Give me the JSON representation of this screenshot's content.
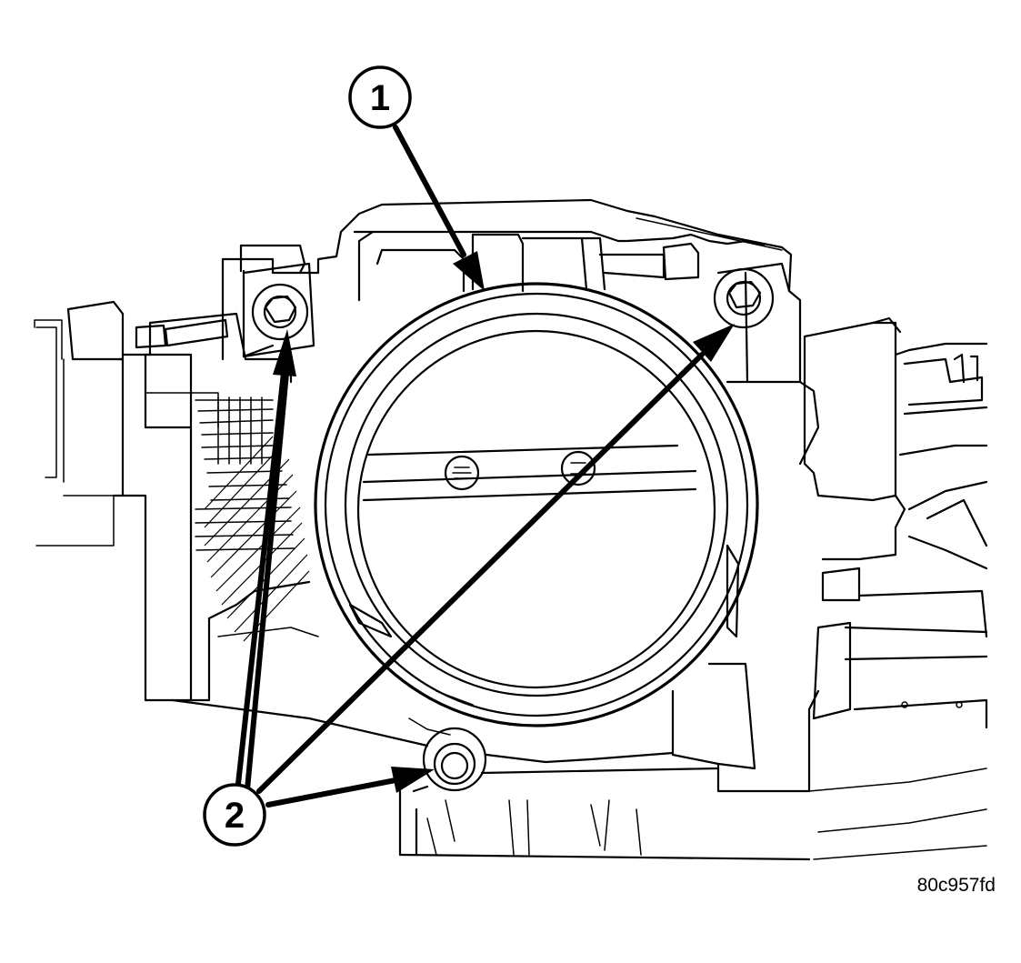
{
  "callouts": [
    {
      "number": "1"
    },
    {
      "number": "2"
    }
  ],
  "figure_code": "80c957fd"
}
